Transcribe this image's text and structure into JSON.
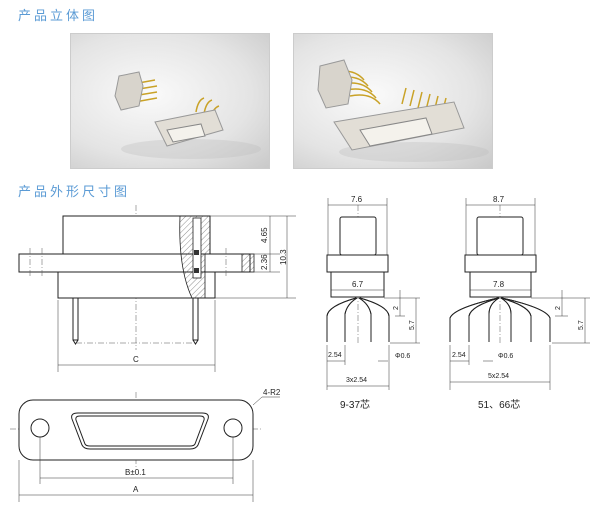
{
  "headings": {
    "photos": "产品立体图",
    "dimensions": "产品外形尺寸图"
  },
  "side_view": {
    "dim_c": "C",
    "dim_465": "4.65",
    "dim_236": "2.36",
    "dim_103": "10.3"
  },
  "bottom_view": {
    "radius": "4-R2",
    "dim_b": "B±0.1",
    "dim_a": "A"
  },
  "variant_small": {
    "top_width": "7.6",
    "lower_width": "6.7",
    "dim_2": "2",
    "dim_57": "5.7",
    "pitch": "2.54",
    "pin_dia": "Φ0.6",
    "span": "3x2.54",
    "label": "9-37芯"
  },
  "variant_large": {
    "top_width": "8.7",
    "lower_width": "7.8",
    "dim_2": "2",
    "dim_57": "5.7",
    "pitch": "2.54",
    "pin_dia": "Φ0.6",
    "span": "5x2.54",
    "label": "51、66芯"
  }
}
